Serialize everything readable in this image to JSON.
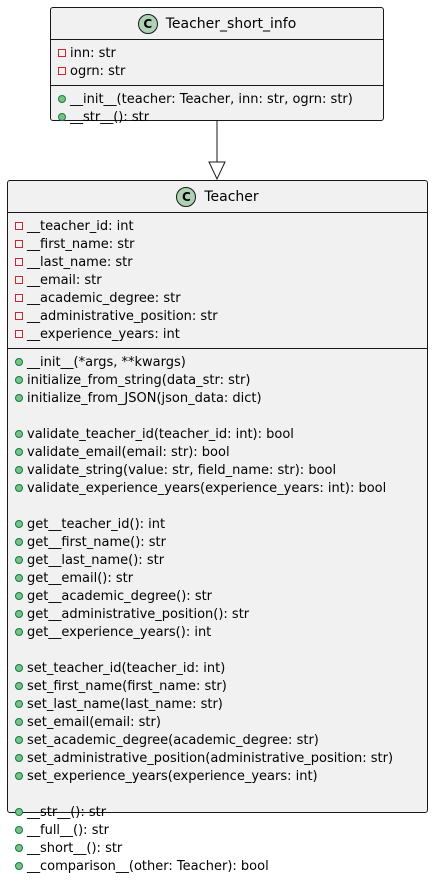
{
  "stereotype_letter": "C",
  "classes": [
    {
      "name": "Teacher_short_info",
      "attributes": [
        {
          "vis": "private",
          "text": "inn: str"
        },
        {
          "vis": "private",
          "text": "ogrn: str"
        }
      ],
      "methods": [
        {
          "vis": "public",
          "text": "__init__(teacher: Teacher, inn: str, ogrn: str)"
        },
        {
          "vis": "public",
          "text": "__str__(): str"
        }
      ]
    },
    {
      "name": "Teacher",
      "attributes": [
        {
          "vis": "private",
          "text": "__teacher_id: int"
        },
        {
          "vis": "private",
          "text": "__first_name: str"
        },
        {
          "vis": "private",
          "text": "__last_name: str"
        },
        {
          "vis": "private",
          "text": "__email: str"
        },
        {
          "vis": "private",
          "text": "__academic_degree: str"
        },
        {
          "vis": "private",
          "text": "__administrative_position: str"
        },
        {
          "vis": "private",
          "text": "__experience_years: int"
        }
      ],
      "methods": [
        {
          "vis": "public",
          "text": "__init__(*args, **kwargs)"
        },
        {
          "vis": "public",
          "text": "initialize_from_string(data_str: str)"
        },
        {
          "vis": "public",
          "text": "initialize_from_JSON(json_data: dict)"
        },
        {
          "vis": "blank",
          "text": ""
        },
        {
          "vis": "public",
          "text": "validate_teacher_id(teacher_id: int): bool"
        },
        {
          "vis": "public",
          "text": "validate_email(email: str): bool"
        },
        {
          "vis": "public",
          "text": "validate_string(value: str, field_name: str): bool"
        },
        {
          "vis": "public",
          "text": "validate_experience_years(experience_years: int): bool"
        },
        {
          "vis": "blank",
          "text": ""
        },
        {
          "vis": "public",
          "text": "get__teacher_id(): int"
        },
        {
          "vis": "public",
          "text": "get__first_name(): str"
        },
        {
          "vis": "public",
          "text": "get__last_name(): str"
        },
        {
          "vis": "public",
          "text": "get__email(): str"
        },
        {
          "vis": "public",
          "text": "get__academic_degree(): str"
        },
        {
          "vis": "public",
          "text": "get__administrative_position(): str"
        },
        {
          "vis": "public",
          "text": "get__experience_years(): int"
        },
        {
          "vis": "blank",
          "text": ""
        },
        {
          "vis": "public",
          "text": "set_teacher_id(teacher_id: int)"
        },
        {
          "vis": "public",
          "text": "set_first_name(first_name: str)"
        },
        {
          "vis": "public",
          "text": "set_last_name(last_name: str)"
        },
        {
          "vis": "public",
          "text": "set_email(email: str)"
        },
        {
          "vis": "public",
          "text": "set_academic_degree(academic_degree: str)"
        },
        {
          "vis": "public",
          "text": "set_administrative_position(administrative_position: str)"
        },
        {
          "vis": "public",
          "text": "set_experience_years(experience_years: int)"
        },
        {
          "vis": "blank",
          "text": ""
        },
        {
          "vis": "public",
          "text": "__str__(): str"
        },
        {
          "vis": "public",
          "text": "__full__(): str"
        },
        {
          "vis": "public",
          "text": "__short__(): str"
        },
        {
          "vis": "public",
          "text": "__comparison__(other: Teacher): bool"
        }
      ]
    }
  ],
  "relations": [
    {
      "from": "Teacher_short_info",
      "to": "Teacher",
      "type": "inheritance"
    }
  ]
}
